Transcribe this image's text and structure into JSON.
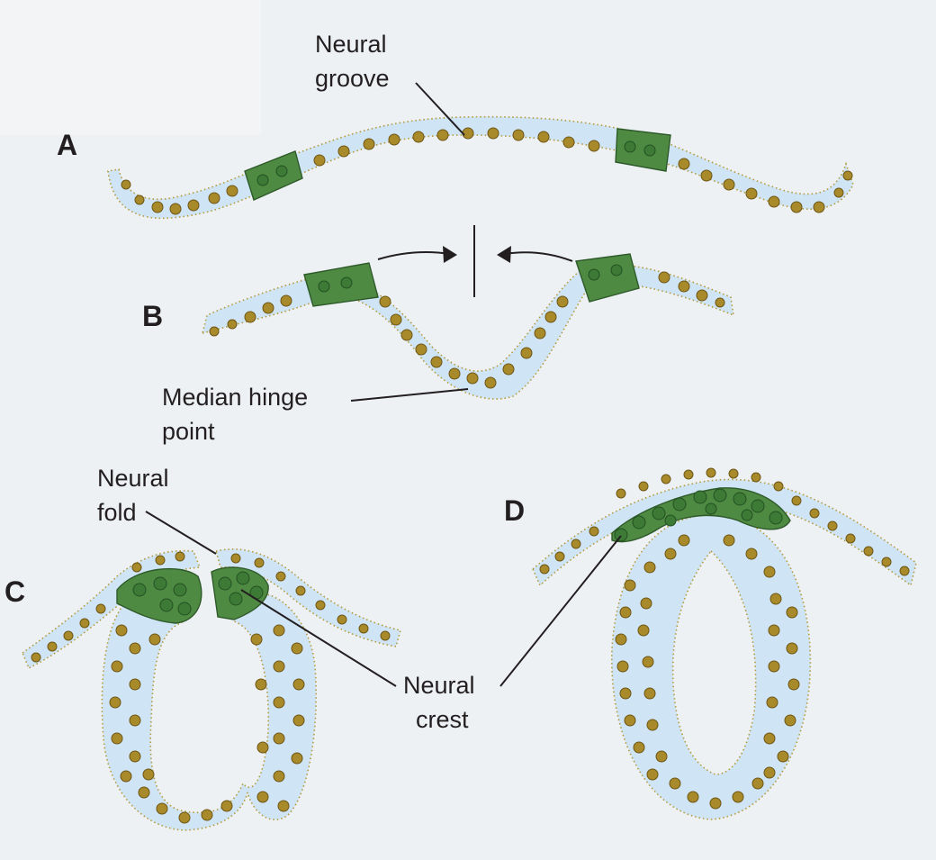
{
  "panels": [
    "A",
    "B",
    "C",
    "D"
  ],
  "labels": {
    "neural_groove": [
      "Neural",
      "groove"
    ],
    "median_hinge_point": [
      "Median hinge",
      "point"
    ],
    "neural_fold": [
      "Neural",
      "fold"
    ],
    "neural_crest": [
      "Neural",
      "crest"
    ]
  },
  "colors": {
    "background": "#eef1f4",
    "epithelium": "#cfe4f4",
    "nuclei": "#a98a2a",
    "neural_crest": "#4f8a43"
  }
}
